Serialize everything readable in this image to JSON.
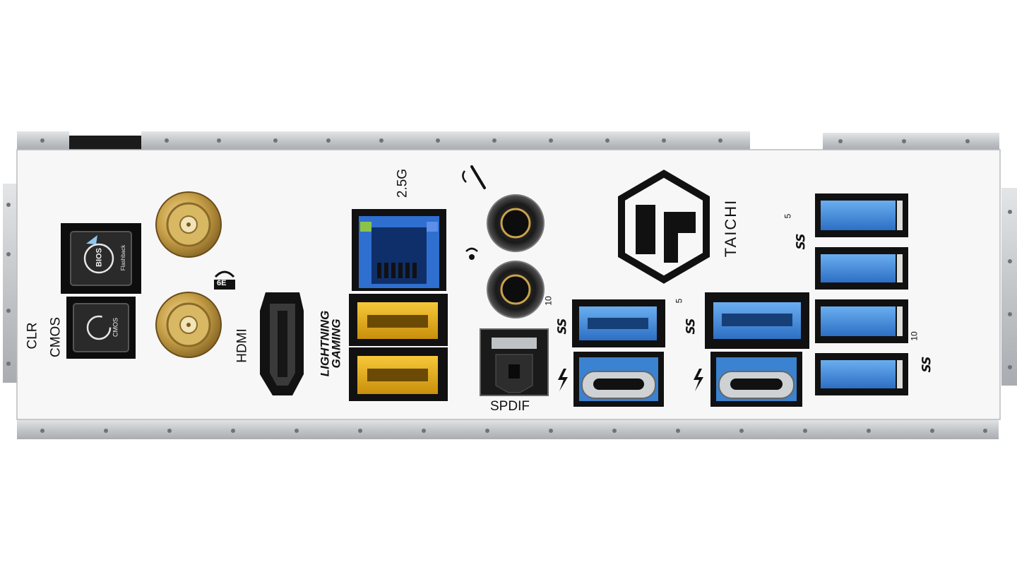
{
  "labels": {
    "clr": "CLR",
    "cmos": "CMOS",
    "hdmi": "HDMI",
    "lan_speed": "2.5G",
    "lightning": "LIGHTNING",
    "gaming": "GAMING",
    "spdif": "SPDIF",
    "brand": "TAICHI",
    "bios_button": "BIOS",
    "bios_sub": "Flashback",
    "cmos_button": "CMOS",
    "wifi_badge": "6E",
    "usb_logo": "SS",
    "usb_speed_10": "10",
    "usb_speed_5": "5"
  },
  "colors": {
    "plate": "#f6f6f6",
    "metal_edge": "#c9cbcd",
    "usb3_blue": "#3b82d0",
    "usb_gaming_yellow": "#e7b21a",
    "lan_blue": "#2f6fd0",
    "gold": "#c9a24a",
    "black": "#111111"
  }
}
